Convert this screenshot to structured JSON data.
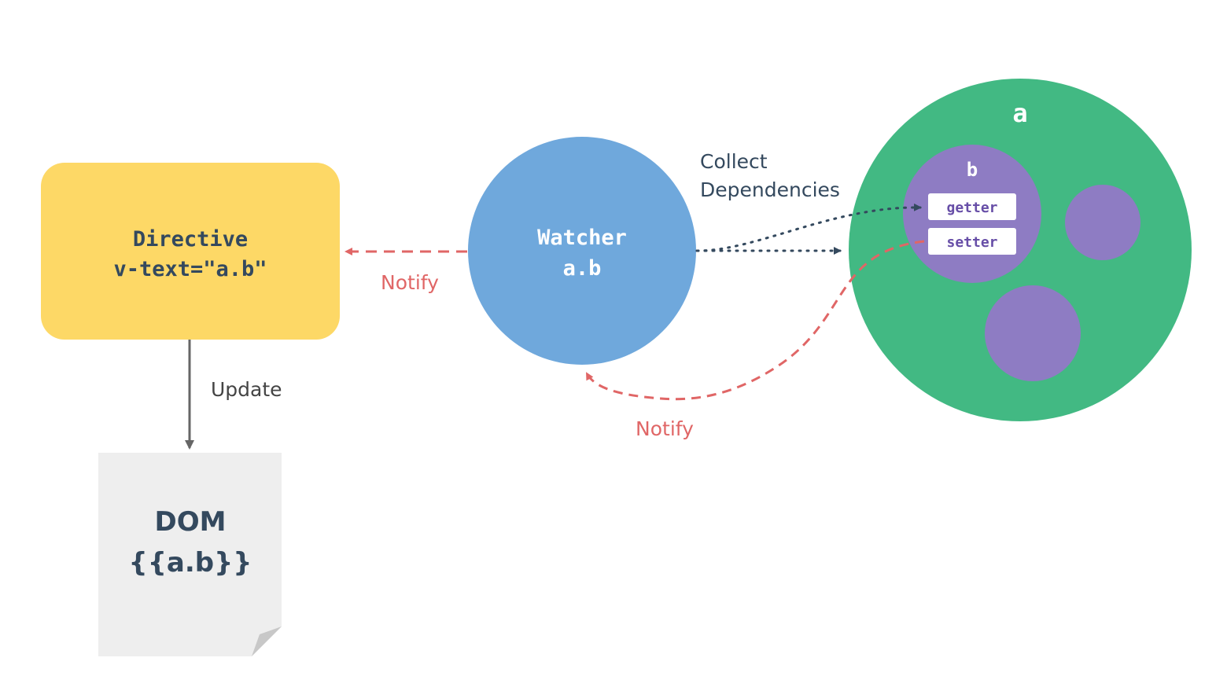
{
  "directive": {
    "title": "Directive",
    "expression": "v-text=\"a.b\""
  },
  "watcher": {
    "title": "Watcher",
    "expression": "a.b"
  },
  "dom": {
    "title": "DOM",
    "expression": "{{a.b}}"
  },
  "object_a": {
    "label": "a"
  },
  "object_b": {
    "label": "b",
    "getter": "getter",
    "setter": "setter"
  },
  "edges": {
    "update": "Update",
    "notify_directive": "Notify",
    "notify_watcher": "Notify",
    "collect_line1": "Collect",
    "collect_line2": "Dependencies"
  },
  "colors": {
    "directive": "#fdd866",
    "watcher": "#6fa8dc",
    "object_a": "#42b983",
    "object_b": "#8e7cc3",
    "dom": "#eeeeee",
    "dom_fold": "#c8c8c8",
    "notify": "#e06666",
    "dependency": "#34495e",
    "update": "#666666",
    "text_dark": "#34495e"
  }
}
